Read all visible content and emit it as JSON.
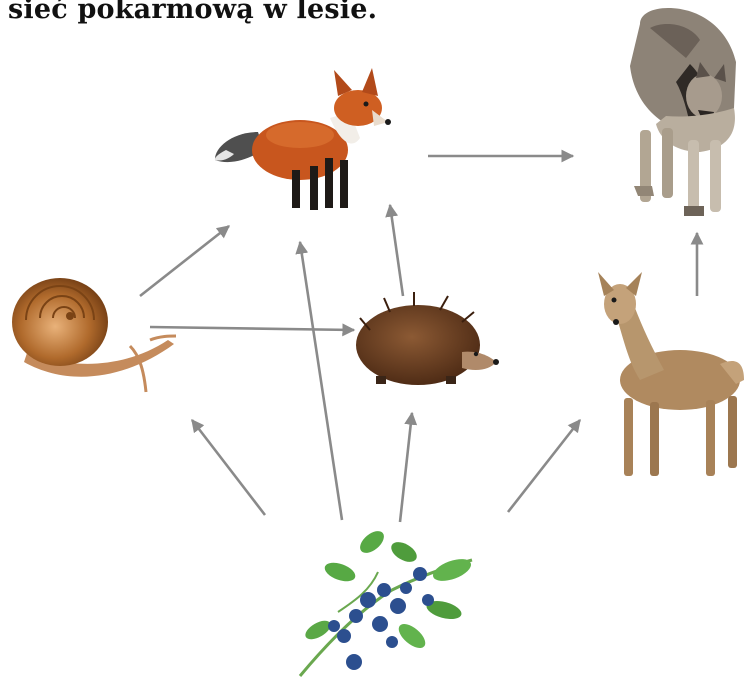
{
  "title": "sieć pokarmową w lesie.",
  "colors": {
    "arrow": "#8a8a8a",
    "fox": "#c8561e",
    "wolf": "#8d8377",
    "snail": "#b06a2c",
    "hedgehog": "#6a3b1f",
    "deer": "#b08a60",
    "blueberry_leaf": "#57a944",
    "blueberry_fruit": "#2c4f8f"
  },
  "organisms": [
    {
      "id": "blueberry",
      "icon": "blueberry-plant-icon"
    },
    {
      "id": "snail",
      "icon": "snail-icon"
    },
    {
      "id": "hedgehog",
      "icon": "hedgehog-icon"
    },
    {
      "id": "deer",
      "icon": "roe-deer-icon"
    },
    {
      "id": "fox",
      "icon": "fox-icon"
    },
    {
      "id": "wolf",
      "icon": "wolf-icon"
    }
  ],
  "links": [
    {
      "from": "blueberry",
      "to": "snail"
    },
    {
      "from": "blueberry",
      "to": "fox"
    },
    {
      "from": "blueberry",
      "to": "hedgehog"
    },
    {
      "from": "blueberry",
      "to": "deer"
    },
    {
      "from": "snail",
      "to": "fox"
    },
    {
      "from": "snail",
      "to": "hedgehog"
    },
    {
      "from": "hedgehog",
      "to": "fox"
    },
    {
      "from": "fox",
      "to": "wolf"
    },
    {
      "from": "deer",
      "to": "wolf"
    }
  ]
}
